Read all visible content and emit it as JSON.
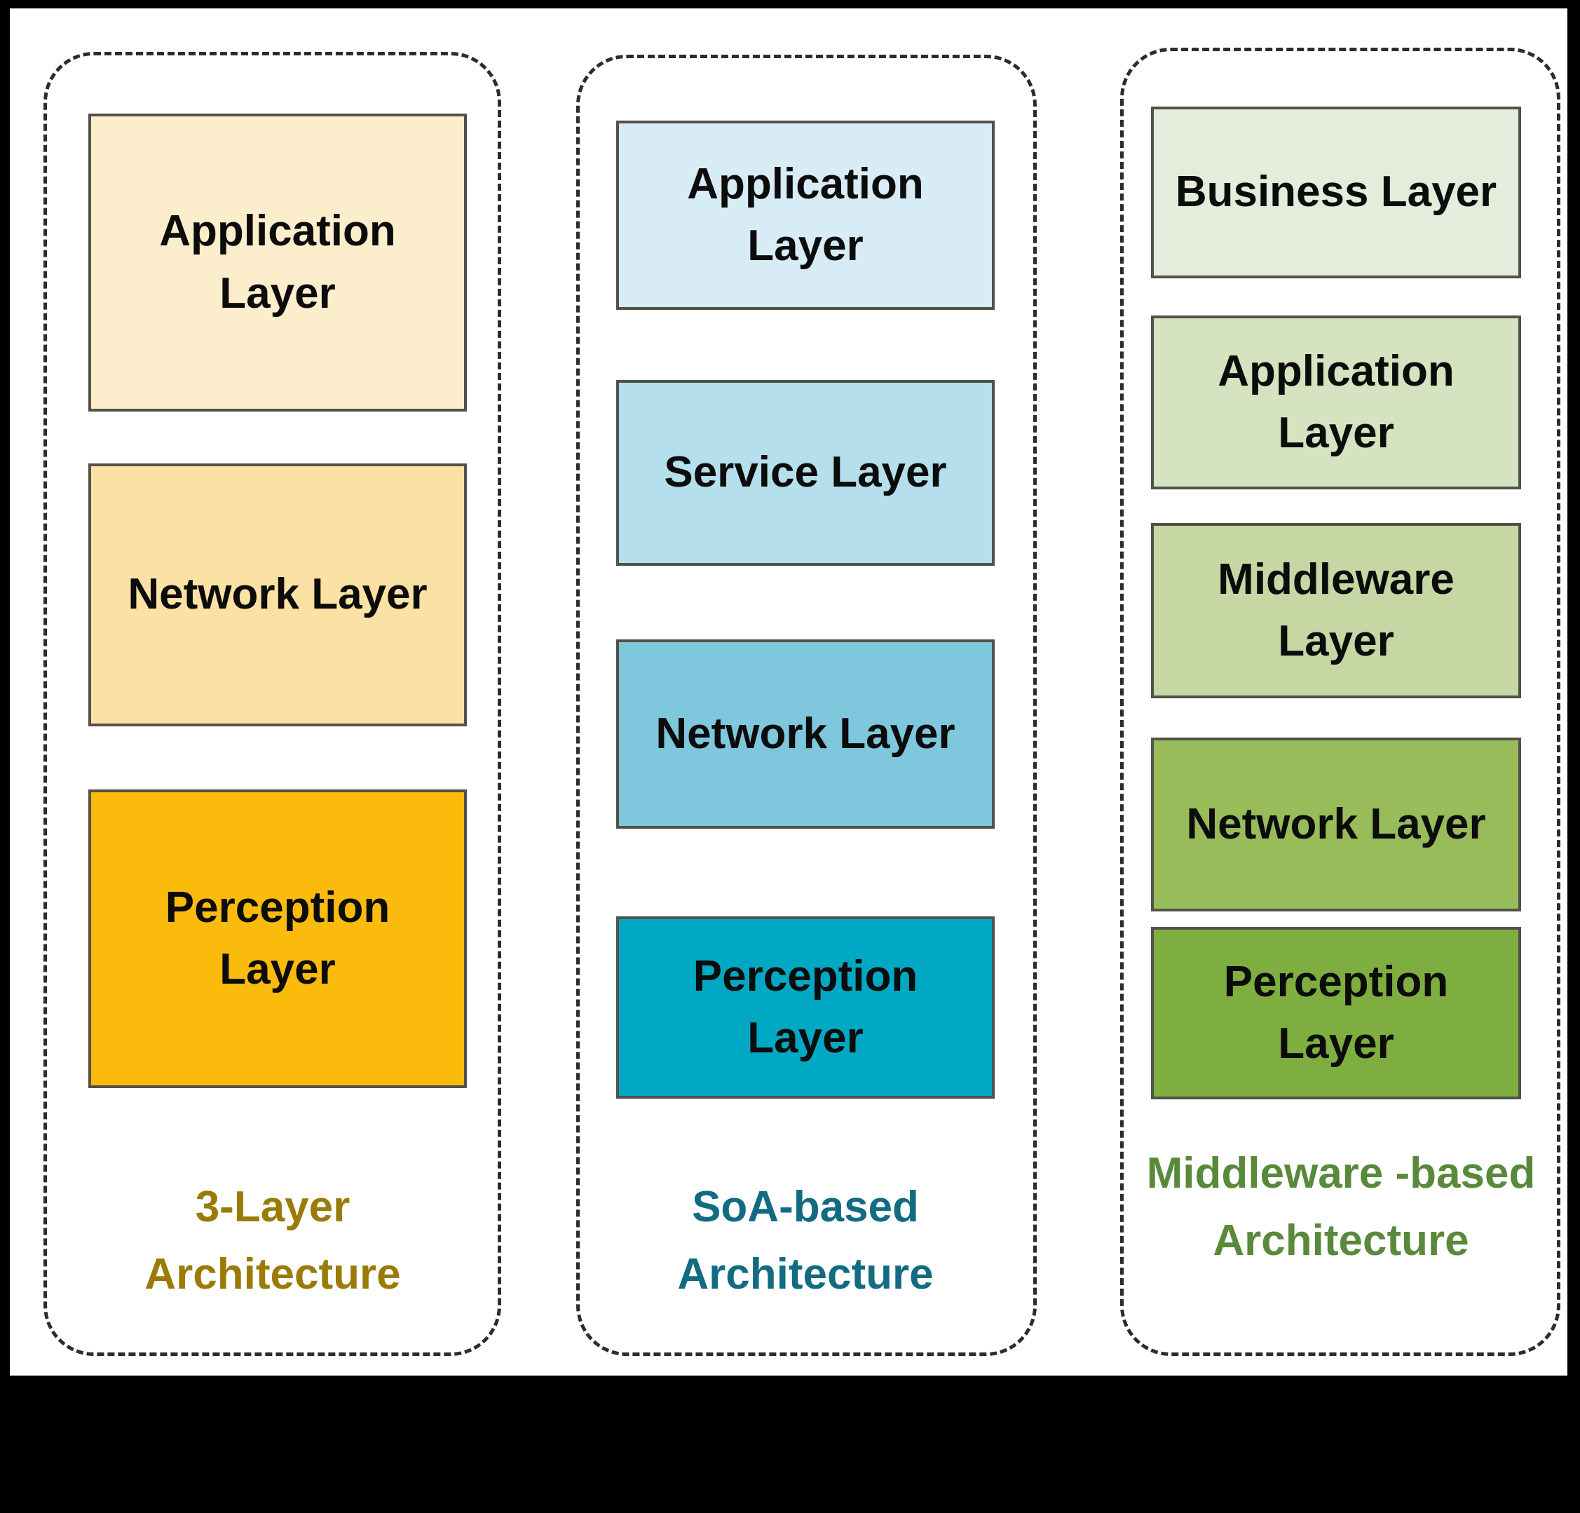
{
  "diagram": {
    "columns": [
      {
        "title": "3-Layer Architecture",
        "title_color": "#9A7B07",
        "layers": [
          {
            "label": "Application Layer",
            "bg": "#FCEECD"
          },
          {
            "label": "Network Layer",
            "bg": "#FBE2A4"
          },
          {
            "label": "Perception Layer",
            "bg": "#FBBB0D"
          }
        ]
      },
      {
        "title": "SoA-based Architecture",
        "title_color": "#136B82",
        "layers": [
          {
            "label": "Application Layer",
            "bg": "#D8ECF5"
          },
          {
            "label": "Service Layer",
            "bg": "#B5DFED"
          },
          {
            "label": "Network Layer",
            "bg": "#7EC7DC"
          },
          {
            "label": "Perception Layer",
            "bg": "#01A8C4"
          }
        ]
      },
      {
        "title": "Middleware -based Architecture",
        "title_color": "#59893A",
        "layers": [
          {
            "label": "Business Layer",
            "bg": "#E4ECDB"
          },
          {
            "label": "Application Layer",
            "bg": "#D6E3C1"
          },
          {
            "label": "Middleware Layer",
            "bg": "#C6D7A4"
          },
          {
            "label": "Network Layer",
            "bg": "#98BC5A"
          },
          {
            "label": "Perception Layer",
            "bg": "#7FAE40"
          }
        ]
      }
    ]
  }
}
